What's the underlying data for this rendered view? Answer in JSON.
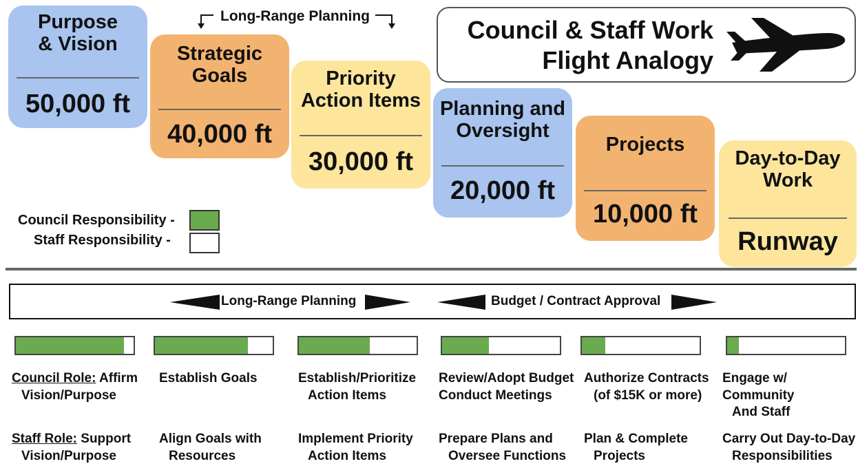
{
  "header": {
    "long_range_planning": "Long-Range Planning",
    "title_line1": "Council & Staff Work",
    "title_line2": "Flight Analogy"
  },
  "levels": [
    {
      "title": "Purpose\n& Vision",
      "altitude": "50,000 ft",
      "color": "#a8c4ef"
    },
    {
      "title": "Strategic\nGoals",
      "altitude": "40,000 ft",
      "color": "#f3b370"
    },
    {
      "title": "Priority\nAction Items",
      "altitude": "30,000 ft",
      "color": "#fde59c"
    },
    {
      "title": "Planning and\nOversight",
      "altitude": "20,000 ft",
      "color": "#a8c4ef"
    },
    {
      "title": "Projects",
      "altitude": "10,000 ft",
      "color": "#f3b370"
    },
    {
      "title": "Day-to-Day\nWork",
      "altitude": "Runway",
      "color": "#fde59c"
    }
  ],
  "legend": {
    "council": "Council Responsibility -",
    "staff": "Staff Responsibility -",
    "council_color": "#6aab4f",
    "staff_color": "#ffffff"
  },
  "banner": {
    "left": "Long-Range Planning",
    "right": "Budget / Contract Approval"
  },
  "columns": [
    {
      "council_share": 0.92,
      "council_prefix": "Council Role:",
      "council_role": "Affirm",
      "council_role_2": "Vision/Purpose",
      "staff_prefix": "Staff Role:",
      "staff_role": "Support",
      "staff_role_2": "Vision/Purpose"
    },
    {
      "council_share": 0.79,
      "council_prefix": "",
      "council_role": "Establish Goals",
      "council_role_2": "",
      "staff_prefix": "",
      "staff_role": "Align Goals with",
      "staff_role_2": "Resources"
    },
    {
      "council_share": 0.6,
      "council_prefix": "",
      "council_role": "Establish/Prioritize",
      "council_role_2": "Action Items",
      "staff_prefix": "",
      "staff_role": "Implement  Priority",
      "staff_role_2": "Action Items"
    },
    {
      "council_share": 0.4,
      "council_prefix": "",
      "council_role": "Review/Adopt Budget",
      "council_role_2": "Conduct Meetings",
      "staff_prefix": "",
      "staff_role": "Prepare Plans and",
      "staff_role_2": "Oversee Functions"
    },
    {
      "council_share": 0.2,
      "council_prefix": "",
      "council_role": "Authorize Contracts",
      "council_role_2": "(of $15K or more)",
      "staff_prefix": "",
      "staff_role": "Plan & Complete",
      "staff_role_2": "Projects"
    },
    {
      "council_share": 0.1,
      "council_prefix": "",
      "council_role": "Engage w/ Community",
      "council_role_2": "And Staff",
      "staff_prefix": "",
      "staff_role": "Carry Out Day-to-Day",
      "staff_role_2": "Responsibilities"
    }
  ]
}
